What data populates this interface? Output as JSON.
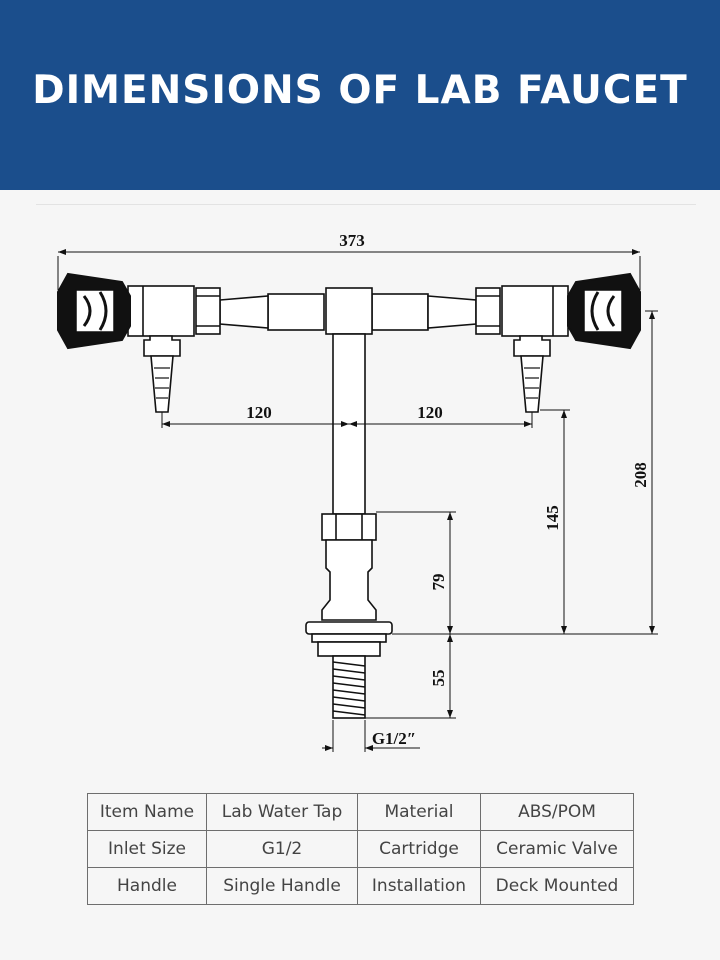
{
  "header": {
    "title": "DIMENSIONS OF LAB FAUCET"
  },
  "dimensions": {
    "overall_width": "373",
    "left_spacing": "120",
    "right_spacing": "120",
    "total_height": "208",
    "outlet_height": "145",
    "body_height": "79",
    "shank_length": "55",
    "thread": "G1/2″"
  },
  "spec_table": {
    "rows": [
      [
        {
          "label": "Item Name",
          "value": "Lab Water Tap"
        },
        {
          "label": "Material",
          "value": "ABS/POM"
        }
      ],
      [
        {
          "label": "Inlet Size",
          "value": "G1/2"
        },
        {
          "label": "Cartridge",
          "value": "Ceramic Valve"
        }
      ],
      [
        {
          "label": "Handle",
          "value": "Single Handle"
        },
        {
          "label": "Installation",
          "value": "Deck Mounted"
        }
      ]
    ]
  },
  "colors": {
    "header_bg": "#1b4e8c",
    "line": "#111111"
  }
}
